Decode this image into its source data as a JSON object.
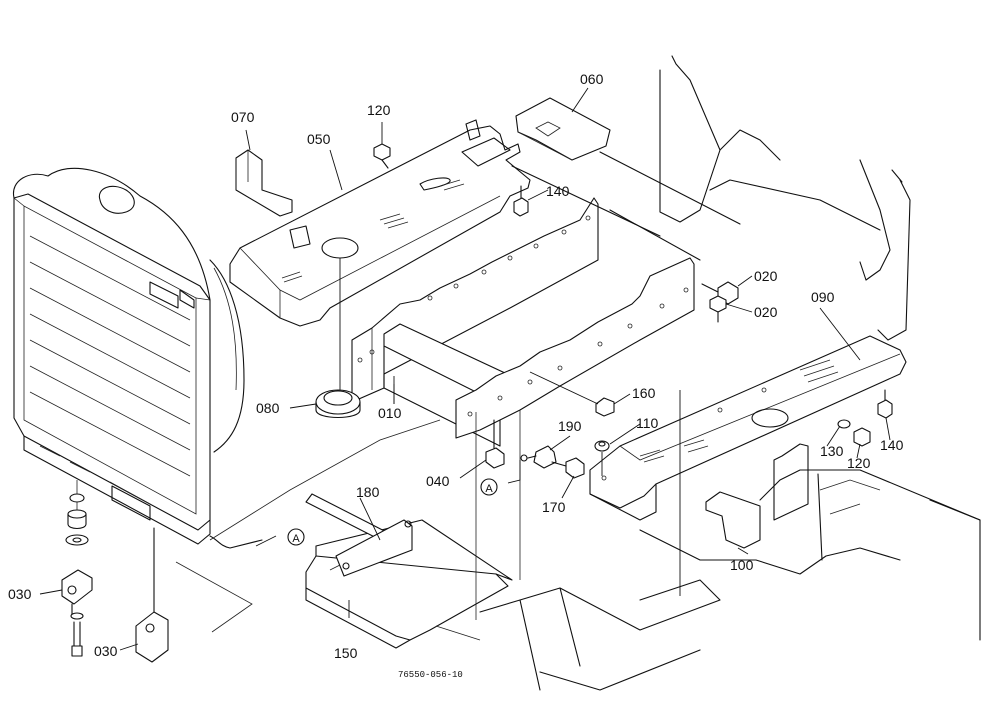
{
  "callouts": {
    "p070": "070",
    "p050": "050",
    "p120_top": "120",
    "p060": "060",
    "p140_top": "140",
    "p020_a": "020",
    "p020_b": "020",
    "p090": "090",
    "p080": "080",
    "p010": "010",
    "p160": "160",
    "p110": "110",
    "p190": "190",
    "p130": "130",
    "p120_right": "120",
    "p140_right": "140",
    "p040": "040",
    "p170": "170",
    "p180": "180",
    "p100": "100",
    "p150": "150",
    "p030_a": "030",
    "p030_b": "030"
  },
  "refs": {
    "ref_a_upper": "A",
    "ref_a_lower": "A"
  },
  "drawing_number": "76550-056-10"
}
